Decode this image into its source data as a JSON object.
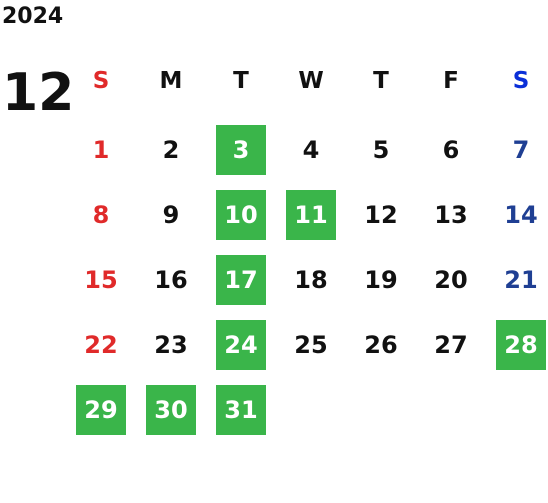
{
  "calendar": {
    "year": "2024",
    "month": "12",
    "weekdays": [
      "S",
      "M",
      "T",
      "W",
      "T",
      "F",
      "S"
    ],
    "first_weekday_index": 0,
    "colors": {
      "sunday": "#e02a2a",
      "saturday_header": "#0a2fd8",
      "saturday": "#1f3f93",
      "highlight_bg": "#3ab54a",
      "highlight_text": "#ffffff",
      "text": "#111111"
    },
    "days": [
      "1",
      "2",
      "3",
      "4",
      "5",
      "6",
      "7",
      "8",
      "9",
      "10",
      "11",
      "12",
      "13",
      "14",
      "15",
      "16",
      "17",
      "18",
      "19",
      "20",
      "21",
      "22",
      "23",
      "24",
      "25",
      "26",
      "27",
      "28",
      "29",
      "30",
      "31"
    ],
    "highlighted_days": [
      "3",
      "10",
      "11",
      "17",
      "24",
      "28",
      "29",
      "30",
      "31"
    ]
  }
}
